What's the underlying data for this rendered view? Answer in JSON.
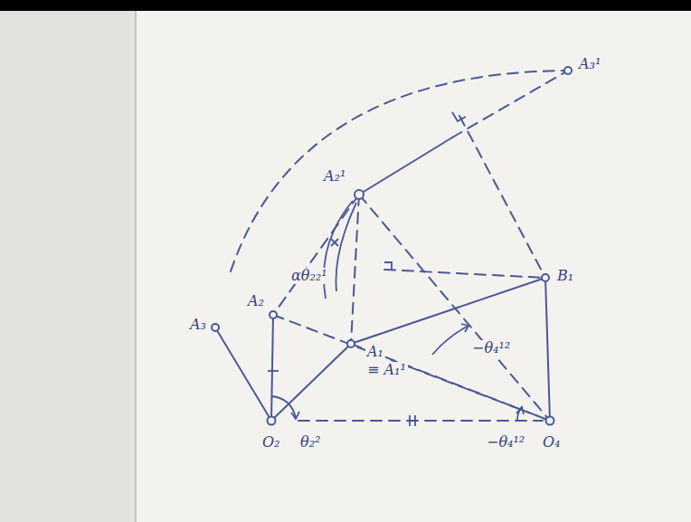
{
  "diagram": {
    "labels": [
      "A₃¹",
      "A₂¹",
      "A₃",
      "A₂",
      "B₁",
      "A₁",
      "≡ A₁¹",
      "O₂",
      "O₄",
      "θ₂²",
      "−θ₄¹²",
      "−θ₄¹²",
      "αθ₂₂¹"
    ]
  }
}
